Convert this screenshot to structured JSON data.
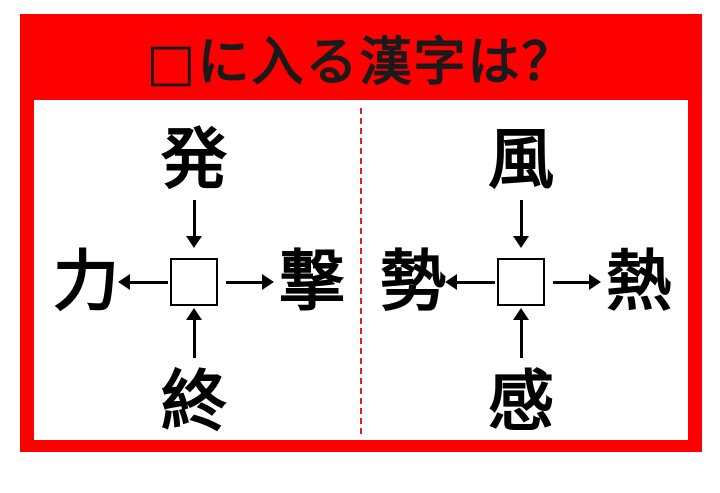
{
  "title": "□に入る漢字は？",
  "colors": {
    "frame": "#ff0000",
    "divider": "#e02020",
    "text": "#000000"
  },
  "puzzles": [
    {
      "top": "発",
      "left": "力",
      "right": "撃",
      "bottom": "終"
    },
    {
      "top": "風",
      "left": "勢",
      "right": "熱",
      "bottom": "感"
    }
  ]
}
